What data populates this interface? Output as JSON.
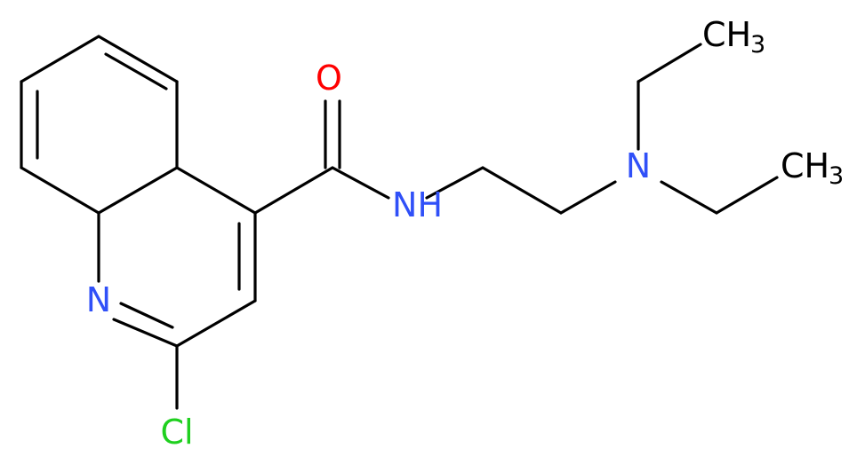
{
  "molecule": {
    "atoms": {
      "oxygen": {
        "symbol": "O",
        "color": "#ff0000"
      },
      "amide_nitrogen": {
        "symbol": "N",
        "sub_symbol": "H",
        "color": "#3050f8"
      },
      "amine_nitrogen": {
        "symbol": "N",
        "color": "#3050f8"
      },
      "ring_nitrogen": {
        "symbol": "N",
        "color": "#3050f8"
      },
      "chlorine": {
        "symbol": "Cl",
        "color": "#1fd01f"
      },
      "methyl_top": {
        "symbol": "CH",
        "subscript": "3",
        "color": "#000000"
      },
      "methyl_bottom": {
        "symbol": "CH",
        "subscript": "3",
        "color": "#000000"
      }
    },
    "bond_color": "#000000"
  }
}
